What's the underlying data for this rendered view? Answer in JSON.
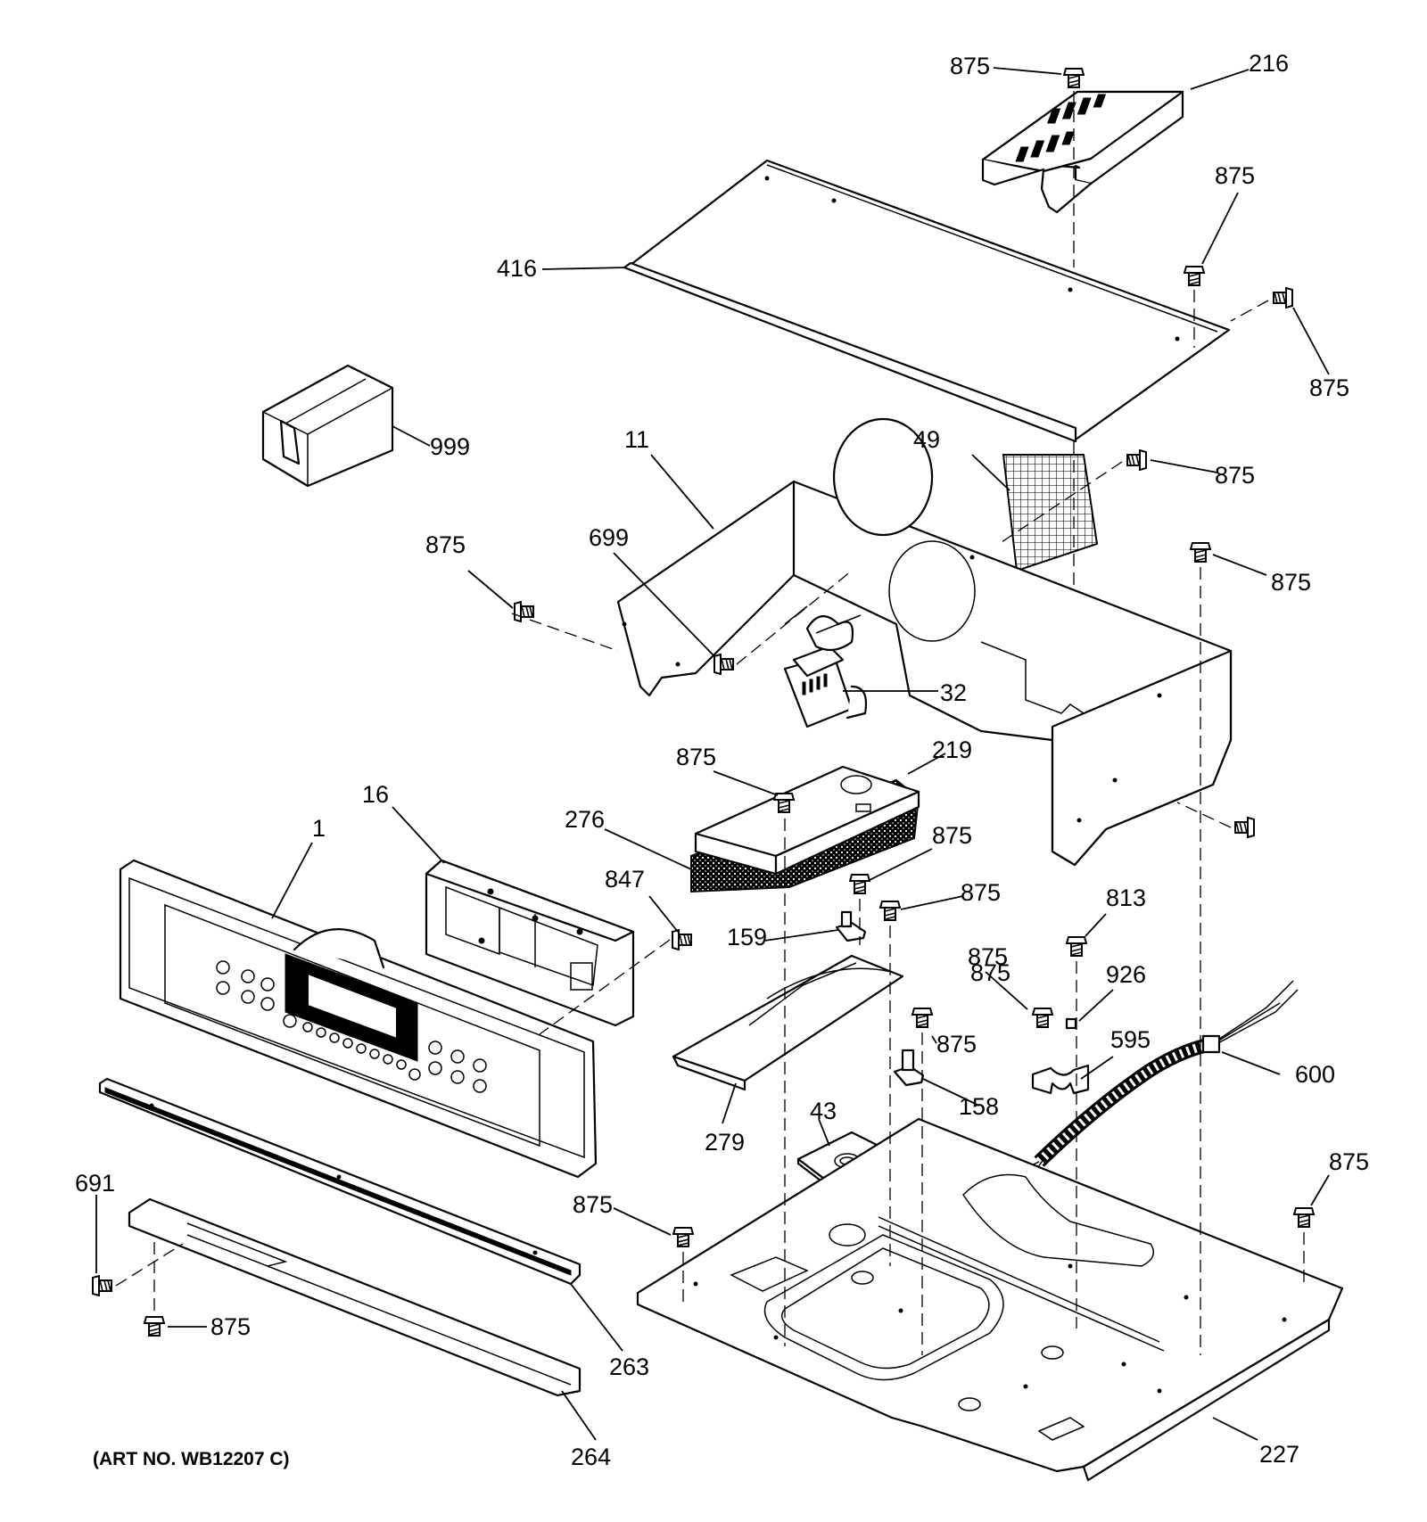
{
  "callouts": {
    "c875_top": "875",
    "c216": "216",
    "c416": "416",
    "c875_a": "875",
    "c875_b": "875",
    "c999": "999",
    "c11": "11",
    "c49": "49",
    "c875_c": "875",
    "c875_left": "875",
    "c699": "699",
    "c875_d": "875",
    "c32": "32",
    "c875_e": "875",
    "c219": "219",
    "c16": "16",
    "c1": "1",
    "c276": "276",
    "c875_f": "875",
    "c847": "847",
    "c875_g": "875",
    "c159": "159",
    "c875_h": "875",
    "c813": "813",
    "c875_i": "875",
    "c926": "926",
    "c875_j": "875",
    "c595": "595",
    "c600": "600",
    "c158": "158",
    "c43": "43",
    "c279": "279",
    "c875_k": "875",
    "c691": "691",
    "c875_l": "875",
    "c875_m": "875",
    "c263": "263",
    "c264": "264",
    "c227": "227"
  },
  "art_number": "(ART NO. WB12207 C)",
  "icons": [
    "screw-icon",
    "shipping-box-icon",
    "control-panel-icon",
    "fan-motor-icon",
    "wire-harness-icon"
  ]
}
